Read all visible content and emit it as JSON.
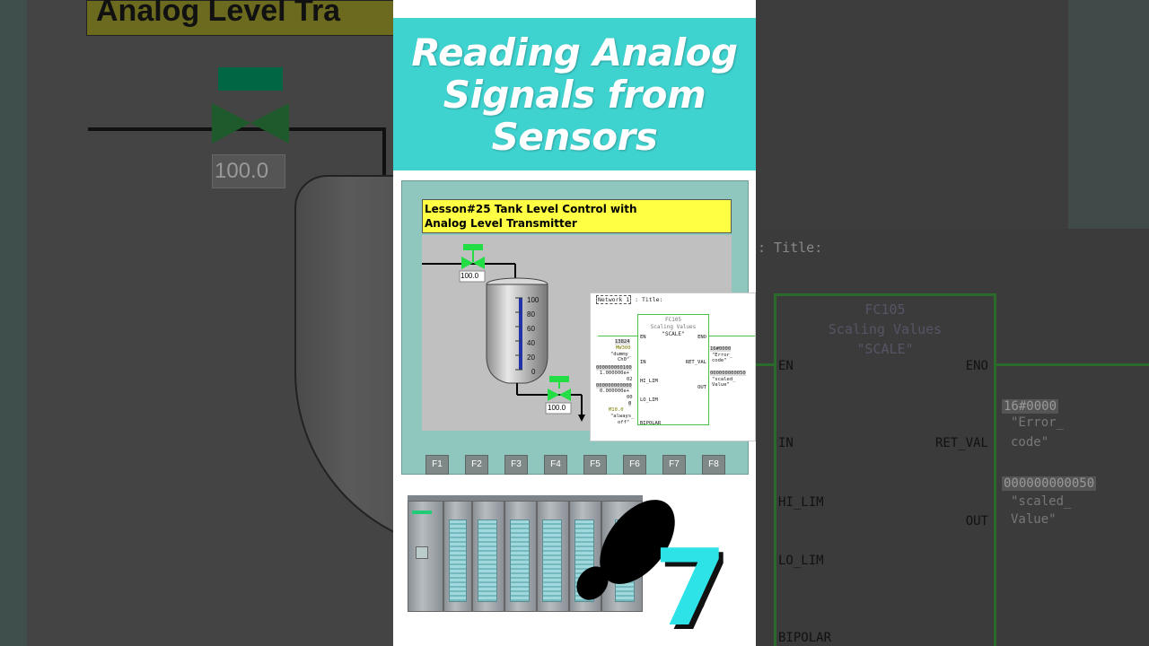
{
  "header": {
    "title": "Reading Analog Signals from Sensors"
  },
  "hmi": {
    "lesson_title_line1": "Lesson#25 Tank Level Control with",
    "lesson_title_line2": "Analog Level Transmitter",
    "valve_top_value": "100.0",
    "valve_bottom_value": "100.0",
    "gauge_ticks": [
      "100",
      "80",
      "60",
      "40",
      "20",
      "0"
    ],
    "function_keys": [
      "F1",
      "F2",
      "F3",
      "F4",
      "F5",
      "F6",
      "F7",
      "F8"
    ]
  },
  "ladder": {
    "network_label": "Network 1",
    "network_title": ": Title:",
    "block_name": "FC105",
    "block_desc": "Scaling Values",
    "block_symbol": "\"SCALE\"",
    "pin_en": "EN",
    "pin_eno": "ENO",
    "pin_in": "IN",
    "pin_hi_lim": "HI_LIM",
    "pin_lo_lim": "LO_LIM",
    "pin_bipolar": "BIPOLAR",
    "pin_ret_val": "RET_VAL",
    "pin_out": "OUT",
    "in_value": "13824",
    "in_addr": "MW300",
    "in_sym1": "\"dummy_",
    "in_sym2": "Ch0\"",
    "hi_value1": "000000000100",
    "hi_value2": "1.000000e+",
    "hi_value3": "02",
    "lo_value1": "000000000000",
    "lo_value2": "0.000000e+",
    "lo_value3": "00",
    "bipolar_value": "0",
    "bipolar_addr": "M10.0",
    "bipolar_sym1": "\"always_",
    "bipolar_sym2": "off\"",
    "ret_value": "16#0000",
    "ret_sym1": "\"Error_",
    "ret_sym2": "code\"",
    "out_value": "000000000050",
    "out_sym1": "\"scaled_",
    "out_sym2": "Value\""
  },
  "background": {
    "left_banner": "Analog Level Tra",
    "left_value": "100.0",
    "right_title": ": Title:",
    "right_block": "FC105",
    "right_desc": "Scaling Values",
    "right_symbol": "\"SCALE\"",
    "right_en": "EN",
    "right_eno": "ENO",
    "right_in": "IN",
    "right_ret_val": "RET_VAL",
    "right_hi_lim": "HI_LIM",
    "right_out": "OUT",
    "right_lo_lim": "LO_LIM",
    "right_bipolar": "BIPOLAR",
    "right_ret_value": "16#0000",
    "right_ret_code1": "\"Error_",
    "right_ret_code2": "code\"",
    "right_out_value": "000000000050",
    "right_out_sym1": "\"scaled_",
    "right_out_sym2": "Value\""
  },
  "badge": {
    "number": "7"
  },
  "colors": {
    "header_bg": "#3fd3d0",
    "lesson_bg": "#ffff44",
    "hmi_bg": "#8fc7bf",
    "valve_green": "#22dd44",
    "ladder_green": "#49c449",
    "seven_cyan": "#2ee3e8"
  }
}
